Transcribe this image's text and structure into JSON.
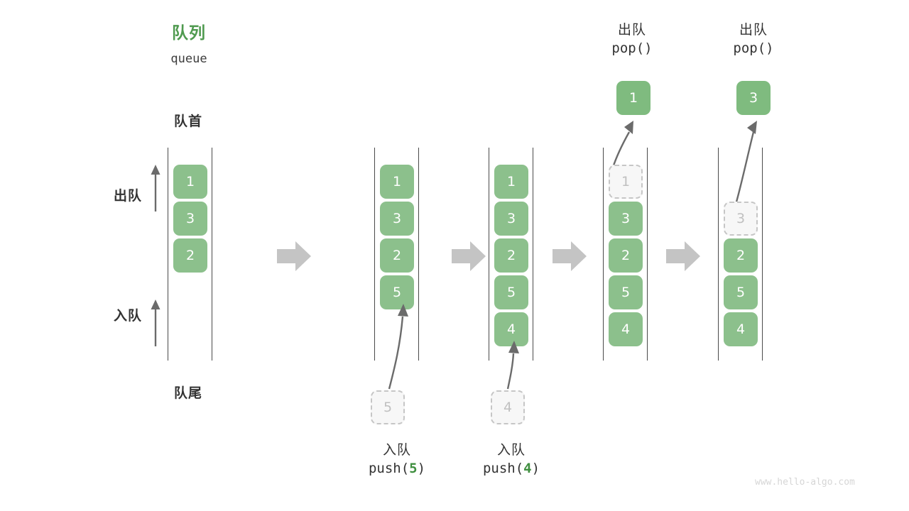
{
  "title": {
    "cn": "队列",
    "en": "queue",
    "color": "#4f9a4f"
  },
  "endpoints": {
    "head": "队首",
    "tail": "队尾"
  },
  "side_ops": {
    "dequeue": "出队",
    "enqueue": "入队"
  },
  "colors": {
    "element": "#8cc08c",
    "element_text": "#ffffff",
    "ghost_fill": "#f7f7f7",
    "ghost_border": "#c6c6c6",
    "ghost_text": "#c0c0c0",
    "rail": "#4a4a4a",
    "arrow_gray": "#c4c4c4",
    "curve_arrow": "#6b6b6b",
    "accent_green": "#3f8f3f",
    "text": "#333333",
    "watermark": "#d6d6d6"
  },
  "steps": [
    {
      "id": "initial",
      "cells": [
        {
          "value": "1",
          "state": "solid"
        },
        {
          "value": "3",
          "state": "solid"
        },
        {
          "value": "2",
          "state": "solid"
        }
      ]
    },
    {
      "id": "push-5",
      "cells": [
        {
          "value": "1",
          "state": "solid"
        },
        {
          "value": "3",
          "state": "solid"
        },
        {
          "value": "2",
          "state": "solid"
        },
        {
          "value": "5",
          "state": "solid"
        }
      ],
      "incoming": {
        "value": "5",
        "state": "ghost"
      },
      "caption": {
        "cn": "入队",
        "code_prefix": "push(",
        "code_arg": "5",
        "code_suffix": ")"
      }
    },
    {
      "id": "push-4",
      "cells": [
        {
          "value": "1",
          "state": "solid"
        },
        {
          "value": "3",
          "state": "solid"
        },
        {
          "value": "2",
          "state": "solid"
        },
        {
          "value": "5",
          "state": "solid"
        },
        {
          "value": "4",
          "state": "solid"
        }
      ],
      "incoming": {
        "value": "4",
        "state": "ghost"
      },
      "caption": {
        "cn": "入队",
        "code_prefix": "push(",
        "code_arg": "4",
        "code_suffix": ")"
      }
    },
    {
      "id": "pop-1",
      "cells": [
        {
          "value": "1",
          "state": "ghost"
        },
        {
          "value": "3",
          "state": "solid"
        },
        {
          "value": "2",
          "state": "solid"
        },
        {
          "value": "5",
          "state": "solid"
        },
        {
          "value": "4",
          "state": "solid"
        }
      ],
      "outgoing": {
        "value": "1",
        "state": "solid"
      },
      "caption": {
        "cn": "出队",
        "code_prefix": "pop(",
        "code_arg": "",
        "code_suffix": ")"
      }
    },
    {
      "id": "pop-3",
      "cells": [
        {
          "value": "3",
          "state": "ghost"
        },
        {
          "value": "2",
          "state": "solid"
        },
        {
          "value": "5",
          "state": "solid"
        },
        {
          "value": "4",
          "state": "solid"
        }
      ],
      "outgoing": {
        "value": "3",
        "state": "solid"
      },
      "caption": {
        "cn": "出队",
        "code_prefix": "pop(",
        "code_arg": "",
        "code_suffix": ")"
      }
    }
  ],
  "watermark": "www.hello-algo.com"
}
